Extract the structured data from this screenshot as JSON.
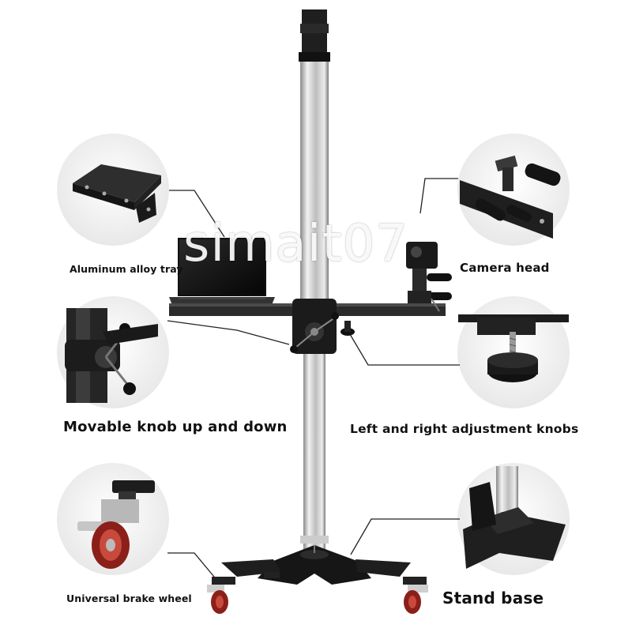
{
  "labels": {
    "aluminum_tray": "Aluminum alloy tray",
    "camera_head": "Camera head",
    "movable_knob": "Movable knob up and down",
    "left_right_knobs": "Left and right adjustment knobs",
    "brake_wheel": "Universal brake wheel",
    "stand_base": "Stand base"
  },
  "watermark": "simait07",
  "colors": {
    "metal": "#c8c8c8",
    "dark": "#1e1e1e",
    "leader_line": "#222222",
    "wheel_red": "#a8322c",
    "circle_bg": "#efefef"
  },
  "icons": {
    "tray": "tray-detail-icon",
    "camera": "camera-head-detail-icon",
    "knob": "knob-detail-icon",
    "adjust": "adjustment-knob-detail-icon",
    "wheel": "brake-wheel-detail-icon",
    "base": "stand-base-detail-icon"
  }
}
